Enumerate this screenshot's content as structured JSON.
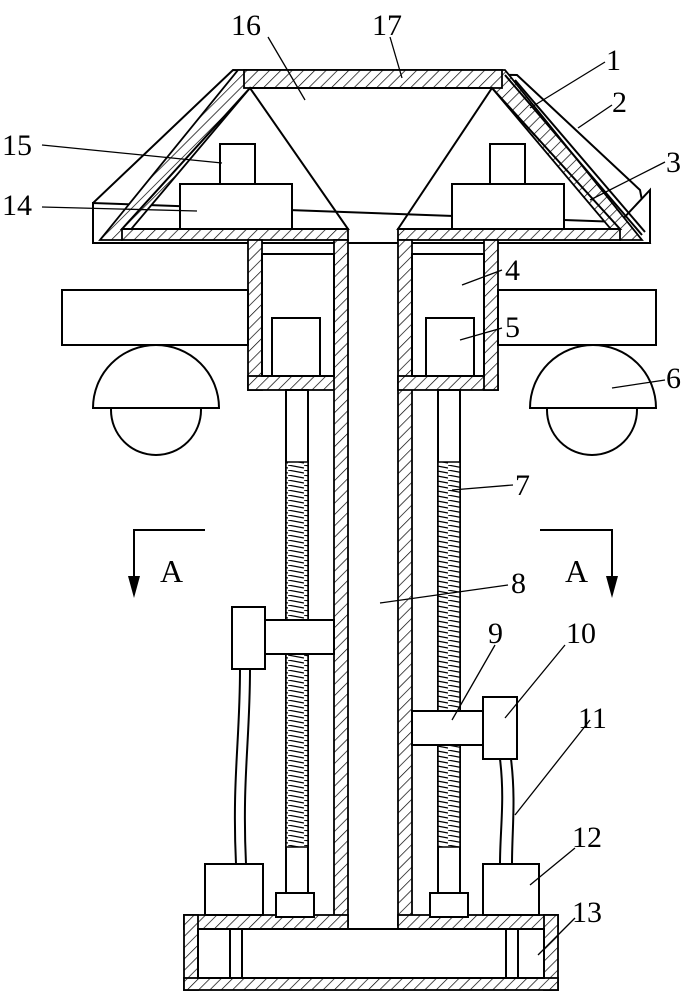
{
  "labels": {
    "l1": "1",
    "l2": "2",
    "l3": "3",
    "l4": "4",
    "l5": "5",
    "l6": "6",
    "l7": "7",
    "l8": "8",
    "l9": "9",
    "l10": "10",
    "l11": "11",
    "l12": "12",
    "l13": "13",
    "l14": "14",
    "l15": "15",
    "l16": "16",
    "l17": "17"
  },
  "section": {
    "left": "A",
    "right": "A"
  }
}
